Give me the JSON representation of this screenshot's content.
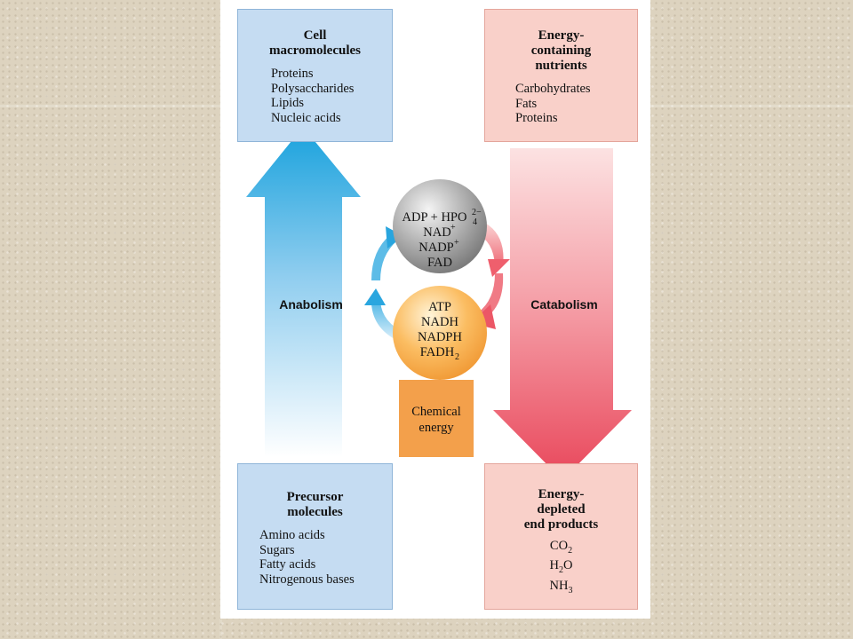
{
  "colors": {
    "anabolism_arrow": "#1aa3dd",
    "catabolism_arrow": "#ea4e60",
    "blue_box": "#c5dcf2",
    "pink_box": "#f9d0c9",
    "gray_circle": "#9a9a9a",
    "orange_circle": "#f7a646",
    "chemical_energy_box": "#f3a04b"
  },
  "cell_macromolecules": {
    "title_line1": "Cell",
    "title_line2": "macromolecules",
    "items": [
      "Proteins",
      "Polysaccharides",
      "Lipids",
      "Nucleic acids"
    ]
  },
  "energy_nutrients": {
    "title_line1": "Energy-",
    "title_line2": "containing",
    "title_line3": "nutrients",
    "items": [
      "Carbohydrates",
      "Fats",
      "Proteins"
    ]
  },
  "precursor_molecules": {
    "title_line1": "Precursor",
    "title_line2": "molecules",
    "items": [
      "Amino acids",
      "Sugars",
      "Fatty acids",
      "Nitrogenous bases"
    ]
  },
  "end_products": {
    "title_line1": "Energy-",
    "title_line2": "depleted",
    "title_line3": "end products",
    "items": [
      {
        "main": "CO",
        "sub": "2",
        "tail": ""
      },
      {
        "main": "H",
        "sub": "2",
        "tail": "O"
      },
      {
        "main": "NH",
        "sub": "3",
        "tail": ""
      }
    ]
  },
  "anabolism_label": "Anabolism",
  "catabolism_label": "Catabolism",
  "gray_circle": {
    "line1_main": "ADP + HPO",
    "line1_sup": "2−",
    "line1_sub": "4",
    "line2_main": "NAD",
    "line2_sup": "+",
    "line3_main": "NADP",
    "line3_sup": "+",
    "line4": "FAD"
  },
  "orange_circle": {
    "line1": "ATP",
    "line2": "NADH",
    "line3": "NADPH",
    "line4_main": "FADH",
    "line4_sub": "2"
  },
  "chemical_energy": {
    "line1": "Chemical",
    "line2": "energy"
  }
}
